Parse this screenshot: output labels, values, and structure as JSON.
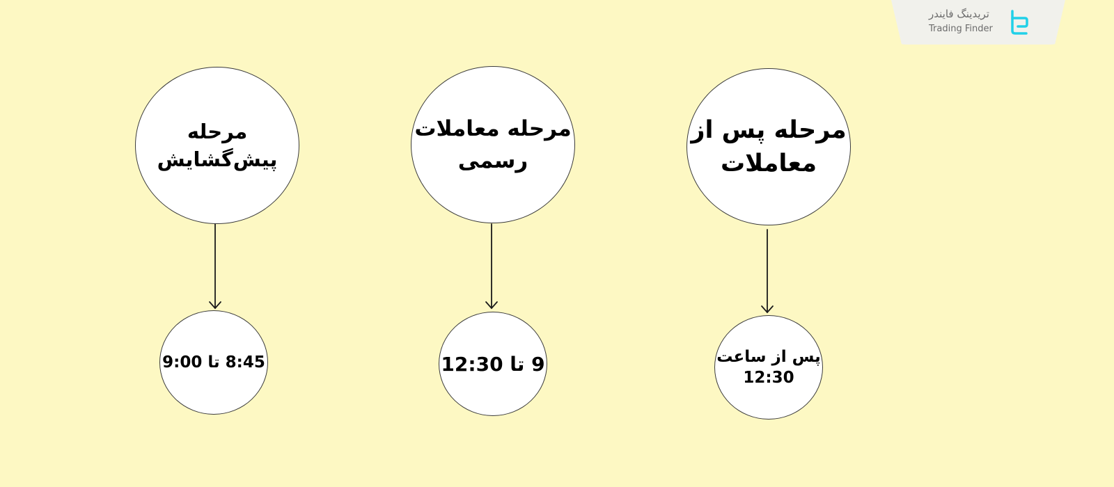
{
  "brand": {
    "name_fa": "تریدینگ فایندر",
    "name_en": "Trading Finder"
  },
  "stages": [
    {
      "title_line1": "مرحله",
      "title_line2": "پیش‌گشایش",
      "time_line1": "8:45 تا 9:00",
      "time_line2": ""
    },
    {
      "title_line1": "مرحله معاملات",
      "title_line2": "رسمی",
      "time_line1": "9 تا 12:30",
      "time_line2": ""
    },
    {
      "title_line1": "مرحله پس از",
      "title_line2": "معاملات",
      "time_line1": "پس از ساعت",
      "time_line2": "12:30"
    }
  ],
  "colors": {
    "background": "#fdf8c3",
    "circle_fill": "#ffffff",
    "stroke": "#3a3a3a",
    "logo_accent": "#21d0e8"
  }
}
